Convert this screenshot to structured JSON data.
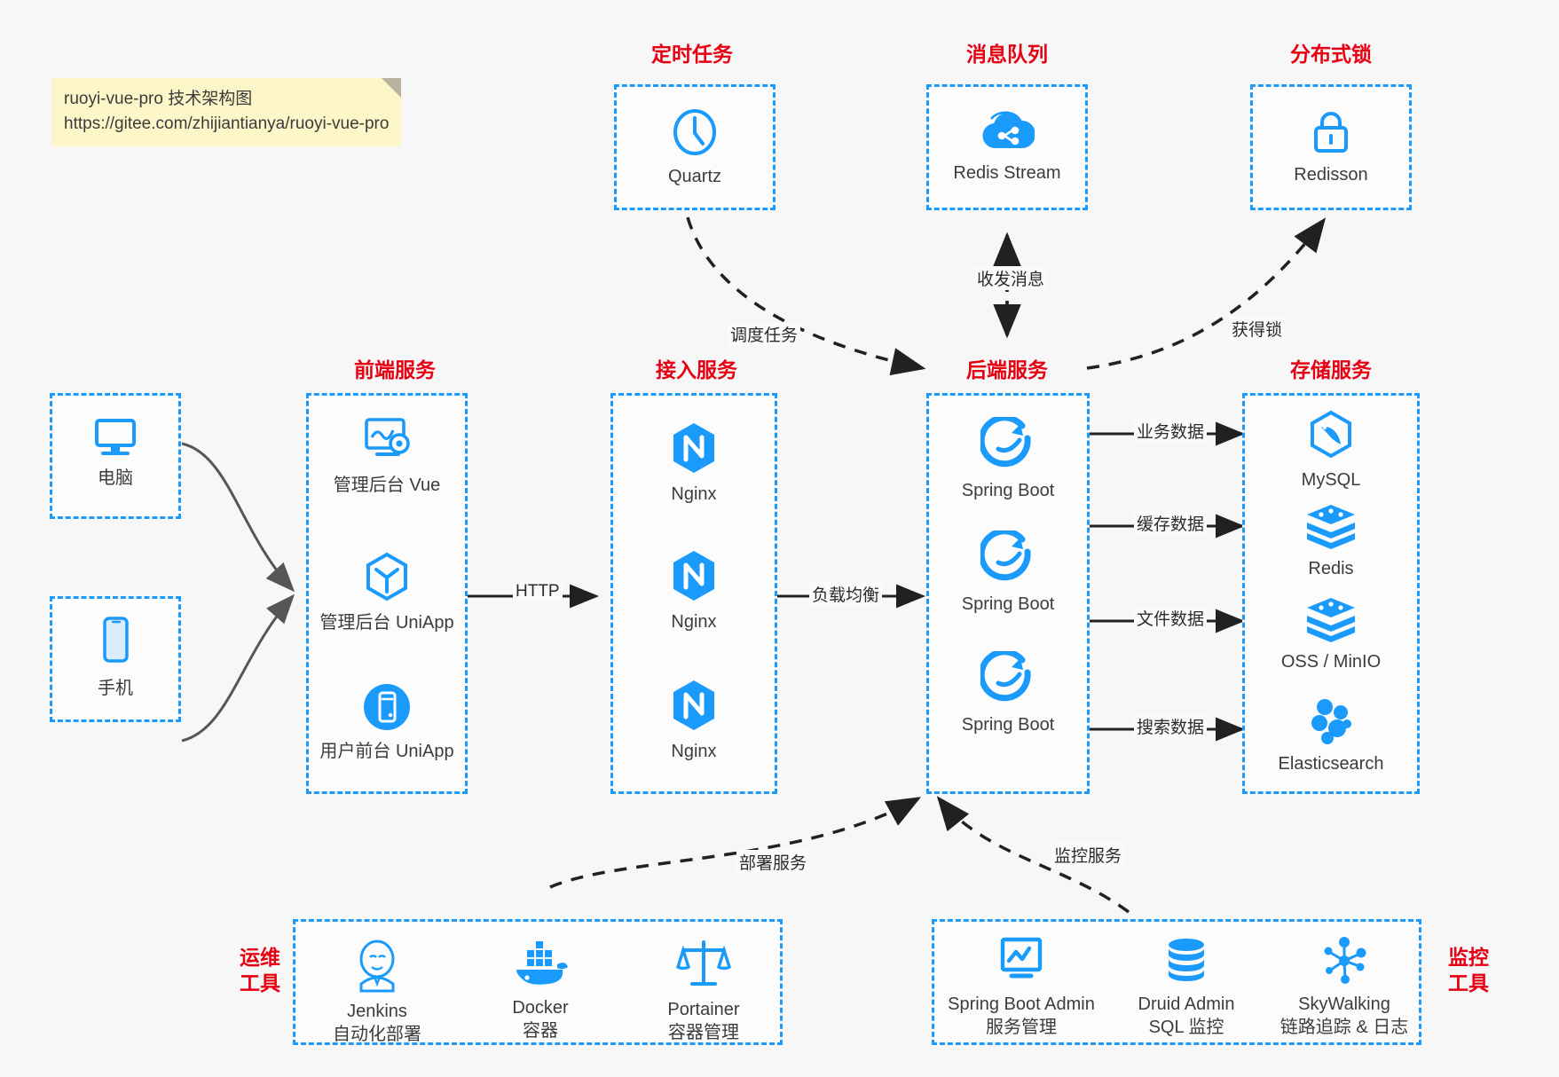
{
  "note": {
    "line1": "ruoyi-vue-pro 技术架构图",
    "line2": "https://gitee.com/zhijiantianya/ruoyi-vue-pro"
  },
  "colors": {
    "accent_blue": "#1a9bfc",
    "title_red": "#e60012",
    "background": "#f7f7f7",
    "note_bg": "#fcf6c8",
    "text": "#3c3c3c",
    "arrow": "#212121",
    "client_arrow": "#565656"
  },
  "groups": {
    "scheduled_task": {
      "title": "定时任务",
      "nodes": [
        {
          "label": "Quartz",
          "icon": "clock-icon"
        }
      ]
    },
    "message_queue": {
      "title": "消息队列",
      "nodes": [
        {
          "label": "Redis Stream",
          "icon": "cloud-stream-icon"
        }
      ]
    },
    "distributed_lock": {
      "title": "分布式锁",
      "nodes": [
        {
          "label": "Redisson",
          "icon": "lock-icon"
        }
      ]
    },
    "clients": {
      "nodes": [
        {
          "label": "电脑",
          "icon": "desktop-icon"
        },
        {
          "label": "手机",
          "icon": "phone-icon"
        }
      ]
    },
    "frontend": {
      "title": "前端服务",
      "nodes": [
        {
          "label": "管理后台 Vue",
          "icon": "dashboard-gear-icon"
        },
        {
          "label": "管理后台 UniApp",
          "icon": "cube-icon"
        },
        {
          "label": "用户前台 UniApp",
          "icon": "mobile-circle-icon"
        }
      ]
    },
    "gateway": {
      "title": "接入服务",
      "nodes": [
        {
          "label": "Nginx",
          "icon": "nginx-icon"
        },
        {
          "label": "Nginx",
          "icon": "nginx-icon"
        },
        {
          "label": "Nginx",
          "icon": "nginx-icon"
        }
      ]
    },
    "backend": {
      "title": "后端服务",
      "nodes": [
        {
          "label": "Spring Boot",
          "icon": "spring-boot-icon"
        },
        {
          "label": "Spring Boot",
          "icon": "spring-boot-icon"
        },
        {
          "label": "Spring Boot",
          "icon": "spring-boot-icon"
        }
      ]
    },
    "storage": {
      "title": "存储服务",
      "nodes": [
        {
          "label": "MySQL",
          "icon": "mysql-icon"
        },
        {
          "label": "Redis",
          "icon": "redis-icon"
        },
        {
          "label": "OSS / MinIO",
          "icon": "oss-icon"
        },
        {
          "label": "Elasticsearch",
          "icon": "elasticsearch-icon"
        }
      ]
    },
    "devops": {
      "title_line1": "运维",
      "title_line2": "工具",
      "nodes": [
        {
          "label": "Jenkins",
          "sublabel": "自动化部署",
          "icon": "jenkins-icon"
        },
        {
          "label": "Docker",
          "sublabel": "容器",
          "icon": "docker-icon"
        },
        {
          "label": "Portainer",
          "sublabel": "容器管理",
          "icon": "scales-icon"
        }
      ]
    },
    "monitoring": {
      "title_line1": "监控",
      "title_line2": "工具",
      "nodes": [
        {
          "label": "Spring Boot Admin",
          "sublabel": "服务管理",
          "icon": "monitor-chart-icon"
        },
        {
          "label": "Druid Admin",
          "sublabel": "SQL 监控",
          "icon": "database-icon"
        },
        {
          "label": "SkyWalking",
          "sublabel": "链路追踪 & 日志",
          "icon": "skywalking-icon"
        }
      ]
    }
  },
  "edges": [
    {
      "name": "http",
      "label": "HTTP"
    },
    {
      "name": "load-balance",
      "label": "负载均衡"
    },
    {
      "name": "schedule-task",
      "label": "调度任务"
    },
    {
      "name": "send-receive-message",
      "label": "收发消息"
    },
    {
      "name": "acquire-lock",
      "label": "获得锁"
    },
    {
      "name": "business-data",
      "label": "业务数据"
    },
    {
      "name": "cache-data",
      "label": "缓存数据"
    },
    {
      "name": "file-data",
      "label": "文件数据"
    },
    {
      "name": "search-data",
      "label": "搜索数据"
    },
    {
      "name": "deploy-service",
      "label": "部署服务"
    },
    {
      "name": "monitor-service",
      "label": "监控服务"
    }
  ]
}
